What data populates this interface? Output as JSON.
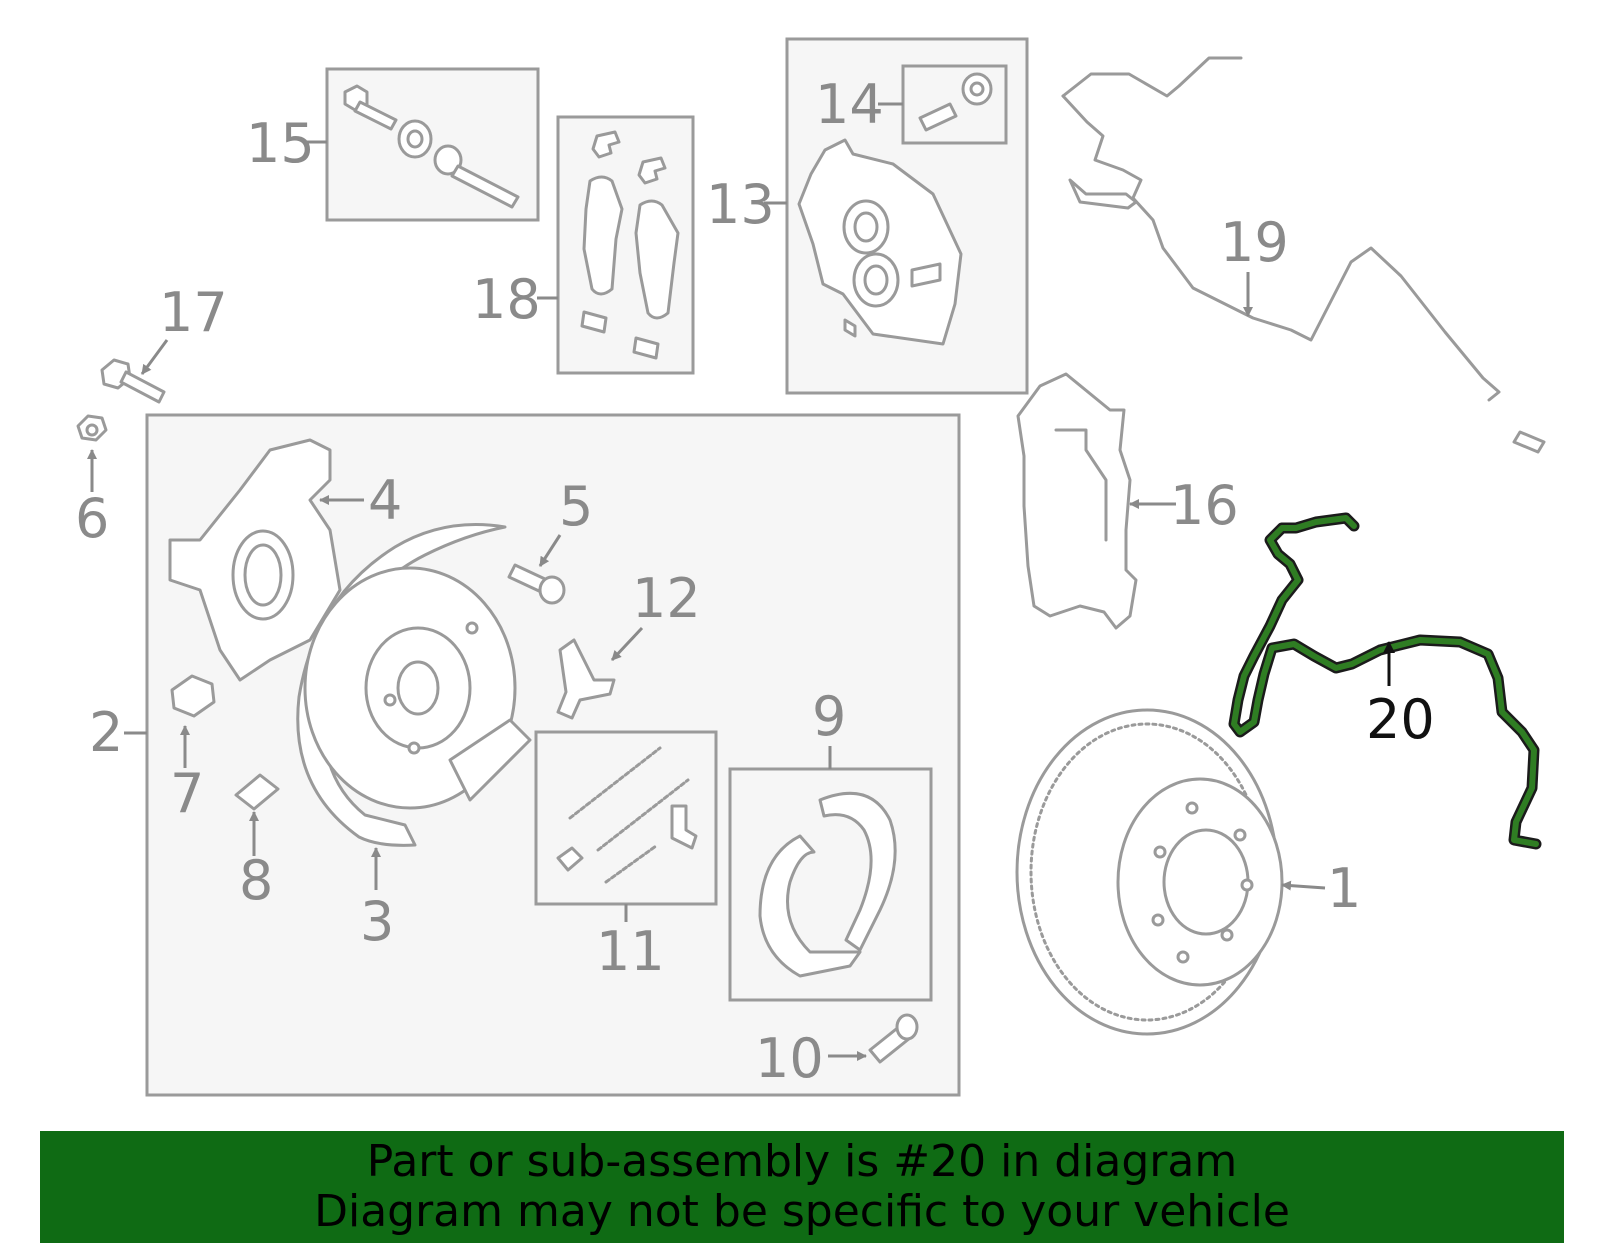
{
  "diagram": {
    "highlight_color": "#0f6b14",
    "callouts": {
      "c1": "1",
      "c2": "2",
      "c3": "3",
      "c4": "4",
      "c5": "5",
      "c6": "6",
      "c7": "7",
      "c8": "8",
      "c9": "9",
      "c10": "10",
      "c11": "11",
      "c12": "12",
      "c13": "13",
      "c14": "14",
      "c15": "15",
      "c16": "16",
      "c17": "17",
      "c18": "18",
      "c19": "19",
      "c20": "20"
    }
  },
  "banner": {
    "line1": "Part or sub-assembly is #20 in diagram",
    "line2": "Diagram may not be specific to your vehicle",
    "background": "#0f6b14"
  }
}
